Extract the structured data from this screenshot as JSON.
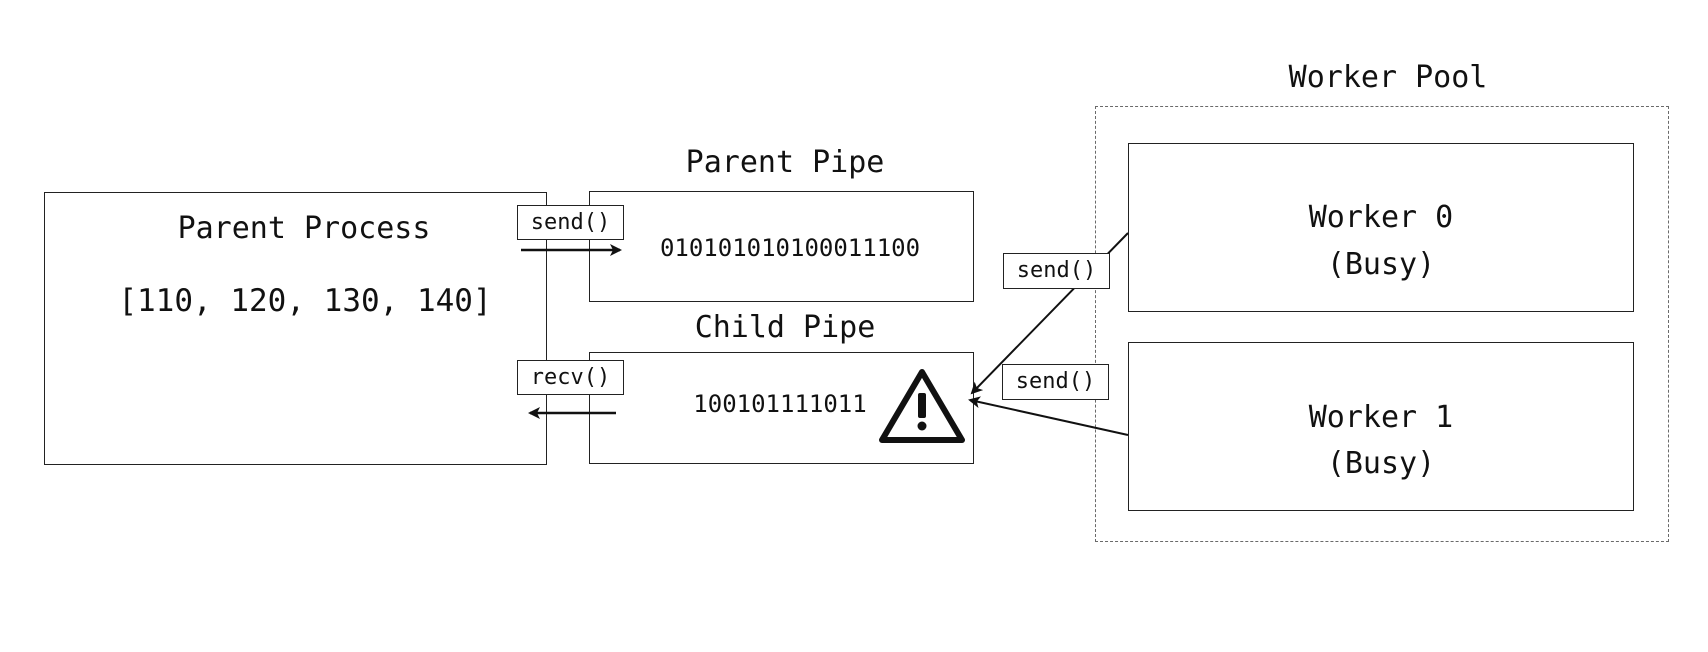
{
  "parent_process": {
    "title": "Parent Process",
    "list": "[110, 120, 130, 140]",
    "send_label": "send()",
    "recv_label": "recv()"
  },
  "parent_pipe": {
    "title": "Parent Pipe",
    "bits": "010101010100011100"
  },
  "child_pipe": {
    "title": "Child Pipe",
    "bits": "100101111011",
    "warning_icon": "warning-triangle-icon"
  },
  "worker_pool": {
    "title": "Worker Pool",
    "workers": [
      {
        "name": "Worker 0",
        "status": "(Busy)",
        "send_label": "send()"
      },
      {
        "name": "Worker 1",
        "status": "(Busy)",
        "send_label": "send()"
      }
    ]
  },
  "colors": {
    "stroke": "#222222",
    "dashed": "#6a6a6a",
    "background": "#ffffff"
  }
}
